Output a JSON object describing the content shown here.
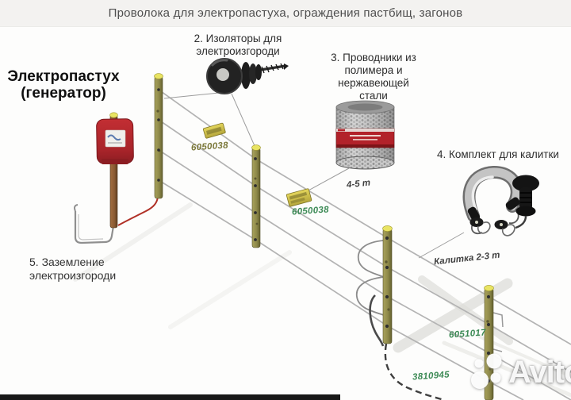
{
  "title": "Проволока для электропастуха, ограждения пастбищ, загонов",
  "labels": {
    "generator": [
      "Электропастух",
      "(генератор)"
    ],
    "insulators": [
      "2. Изоляторы для",
      "электроизгороди"
    ],
    "conductors": [
      "3. Проводники из",
      "полимера и",
      "нержавеющей",
      "стали"
    ],
    "gate_kit": [
      "4. Комплект для калитки"
    ],
    "grounding": [
      "5. Заземление",
      "электроизгороди"
    ]
  },
  "product_codes": {
    "insulator_code": "6050038",
    "wire_code": "6050038",
    "gate_post_code": "6051017",
    "underground_cable_code": "3810945"
  },
  "measurements": {
    "post_spacing": "4-5 m",
    "gate_width": "Калитка 2-3 m"
  },
  "watermark": "Avito",
  "colors": {
    "post_olive": "#8f8a4a",
    "post_brown": "#8a5a33",
    "generator_red": "#b5272c",
    "tag_yellow": "#d9ca4e",
    "code_green": "#3c8a55",
    "wire_gray": "#b3b3b3",
    "spool_label_red": "#b2222a"
  }
}
